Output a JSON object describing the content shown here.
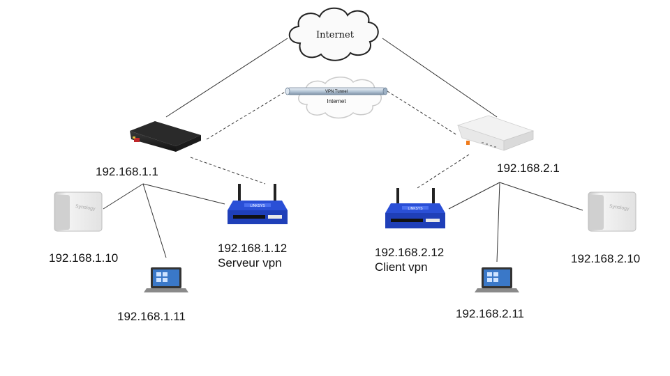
{
  "clouds": {
    "internet_label": "Internet",
    "tunnel_label": "VPN Tunnel",
    "tunnel_cloud_label": "Internet"
  },
  "devices": {
    "nas_brand": "Synology",
    "router_brand": "LINKSYS"
  },
  "sites": {
    "left": {
      "gateway_ip": "192.168.1.1",
      "nas_ip": "192.168.1.10",
      "laptop_ip": "192.168.1.11",
      "vpn_router_ip": "192.168.1.12",
      "vpn_role": "Serveur vpn"
    },
    "right": {
      "gateway_ip": "192.168.2.1",
      "nas_ip": "192.168.2.10",
      "laptop_ip": "192.168.2.11",
      "vpn_router_ip": "192.168.2.12",
      "vpn_role": "Client vpn"
    }
  },
  "colors": {
    "line": "#333333",
    "router_blue": "#2a4fd6",
    "tunnel_pipe": "#b8c8d8"
  }
}
